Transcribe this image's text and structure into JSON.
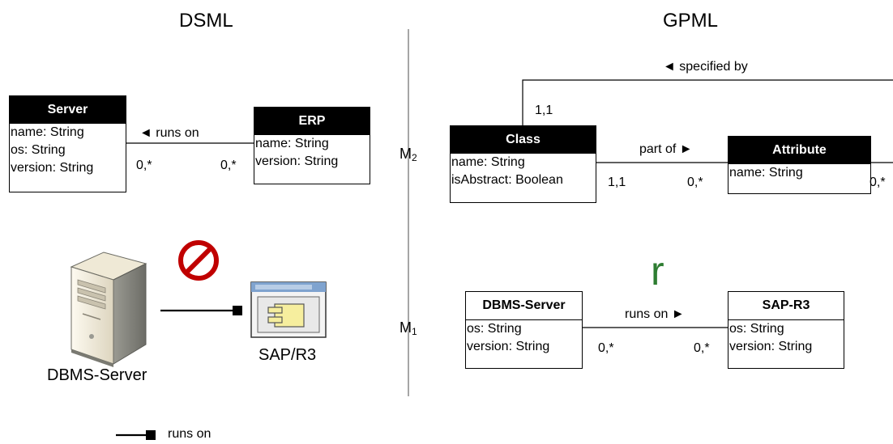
{
  "headings": {
    "left": "DSML",
    "right": "GPML"
  },
  "levels": {
    "m2": "M",
    "m2_sub": "2",
    "m1": "M",
    "m1_sub": "1"
  },
  "dsml_meta": {
    "server": {
      "name": "Server",
      "attrs": [
        "name: String",
        "os: String",
        "version: String"
      ]
    },
    "erp": {
      "name": "ERP",
      "attrs": [
        "name: String",
        "version: String"
      ]
    },
    "assoc_label": "◄  runs on",
    "mult_left": "0,*",
    "mult_right": "0,*"
  },
  "dsml_instance": {
    "server_label": "DBMS-Server",
    "app_label": "SAP/R3",
    "prohibited_icon": "prohibited-icon"
  },
  "legend": {
    "label": "runs on"
  },
  "gpml_meta": {
    "class": {
      "name": "Class",
      "attrs": [
        "name: String",
        "isAbstract: Boolean"
      ]
    },
    "attribute": {
      "name": "Attribute",
      "attrs": [
        "name: String"
      ]
    },
    "specified_by_label": "◄  specified by",
    "specified_mult_class": "1,1",
    "specified_mult_attr": "0,*",
    "part_of_label": "part of  ►",
    "part_of_mult_class": "1,1",
    "part_of_mult_attr": "0,*"
  },
  "gpml_instance": {
    "r_label": "r",
    "r_color": "#2e7d32",
    "dbms": {
      "name": "DBMS-Server",
      "attrs": [
        "os: String",
        "version: String"
      ]
    },
    "sap": {
      "name": "SAP-R3",
      "attrs": [
        "os: String",
        "version: String"
      ]
    },
    "assoc_label": "runs on  ►",
    "mult_left": "0,*",
    "mult_right": "0,*"
  },
  "colors": {
    "divider": "#a6a6a6",
    "forbidden": "#c00000"
  }
}
